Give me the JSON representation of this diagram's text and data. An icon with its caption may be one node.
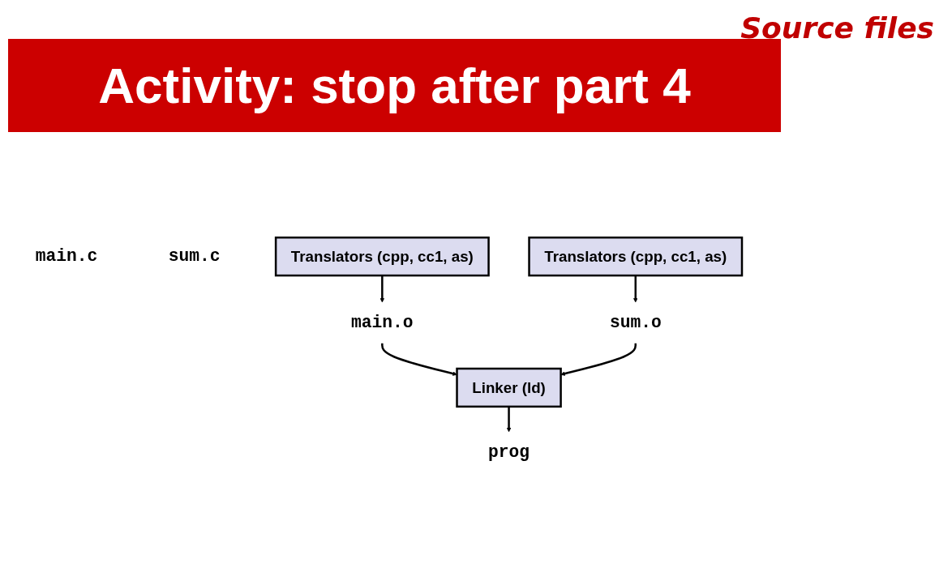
{
  "diagram": {
    "title": "Activity: stop after part 4",
    "nodes": [
      {
        "text": [
          "main.c"
        ]
      },
      {
        "text": [
          "sum.c"
        ]
      },
      {
        "text": [
          "Translators (cpp, cc1, as)"
        ]
      },
      {
        "text": [
          "Translators (cpp, cc1, as)"
        ]
      },
      {
        "text": [
          "main.o"
        ]
      },
      {
        "text": [
          "sum.o"
        ]
      },
      {
        "text": [
          "Linker (ld)"
        ]
      },
      {
        "text": [
          "prog"
        ]
      }
    ],
    "edges": [
      {
        "from": 2,
        "to": 4,
        "arrow": "to"
      },
      {
        "from": 3,
        "to": 5,
        "arrow": "to"
      },
      {
        "from": 4,
        "to": 6,
        "arrow": "to"
      },
      {
        "from": 5,
        "to": 6,
        "arrow": "to"
      },
      {
        "from": 6,
        "to": 7,
        "arrow": "to"
      }
    ],
    "labels": [
      "Source files"
    ]
  }
}
